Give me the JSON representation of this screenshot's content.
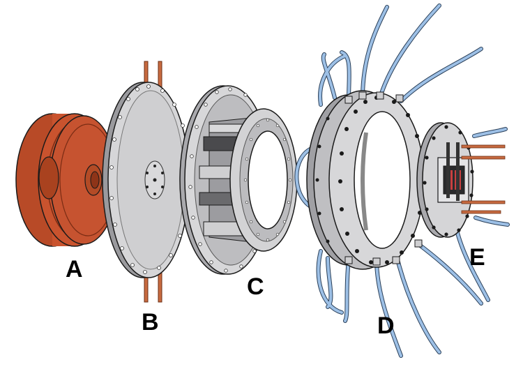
{
  "labels": {
    "a": "A",
    "b": "B",
    "c": "C",
    "d": "D",
    "e": "E"
  },
  "colors": {
    "rotor": "#c9532e",
    "rotor_dark": "#8e3418",
    "steel": "#cfcfd1",
    "steel_dark": "#8f8f93",
    "steel_light": "#e6e6e8",
    "tube": "#8fb4dc",
    "copper": "#c76a40",
    "outline": "#1a1a1a"
  }
}
